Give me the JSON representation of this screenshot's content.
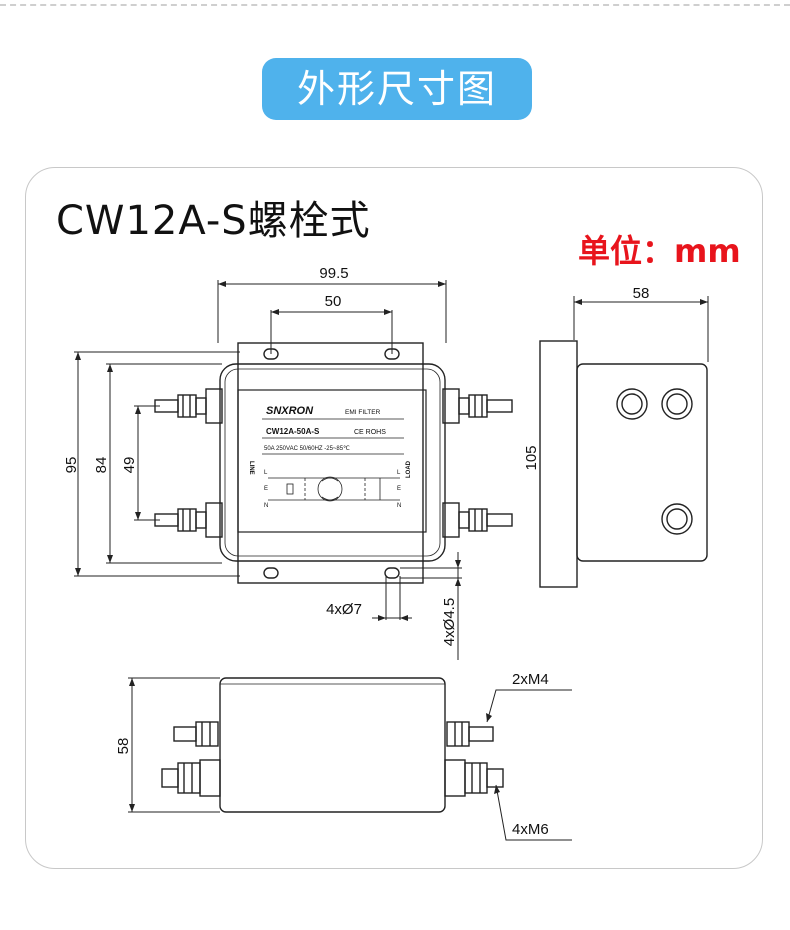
{
  "header": {
    "title": "外形尺寸图"
  },
  "model": "CW12A-S螺栓式",
  "unit_label": "单位：mm",
  "front_view": {
    "dims": {
      "overall_width": "99.5",
      "hole_spacing": "50",
      "height_overall": "95",
      "height_holes": "84",
      "terminal_spacing": "49",
      "slot": "4xØ7",
      "hole": "4xØ4.5"
    },
    "label": {
      "brand": "SNXRON",
      "type": "EMI FILTER",
      "model": "CW12A-50A-S",
      "cert": "CE ROHS",
      "spec": "50A  250VAC  50/60HZ  -25~85℃",
      "line_left": "LINE",
      "load_right": "LOAD",
      "pin_l": "L",
      "pin_n": "N",
      "pin_e": "E"
    }
  },
  "side_view": {
    "dims": {
      "depth": "58",
      "height": "105"
    }
  },
  "bottom_view": {
    "dims": {
      "depth": "58",
      "small_thread": "2xM4",
      "large_thread": "4xM6"
    }
  }
}
